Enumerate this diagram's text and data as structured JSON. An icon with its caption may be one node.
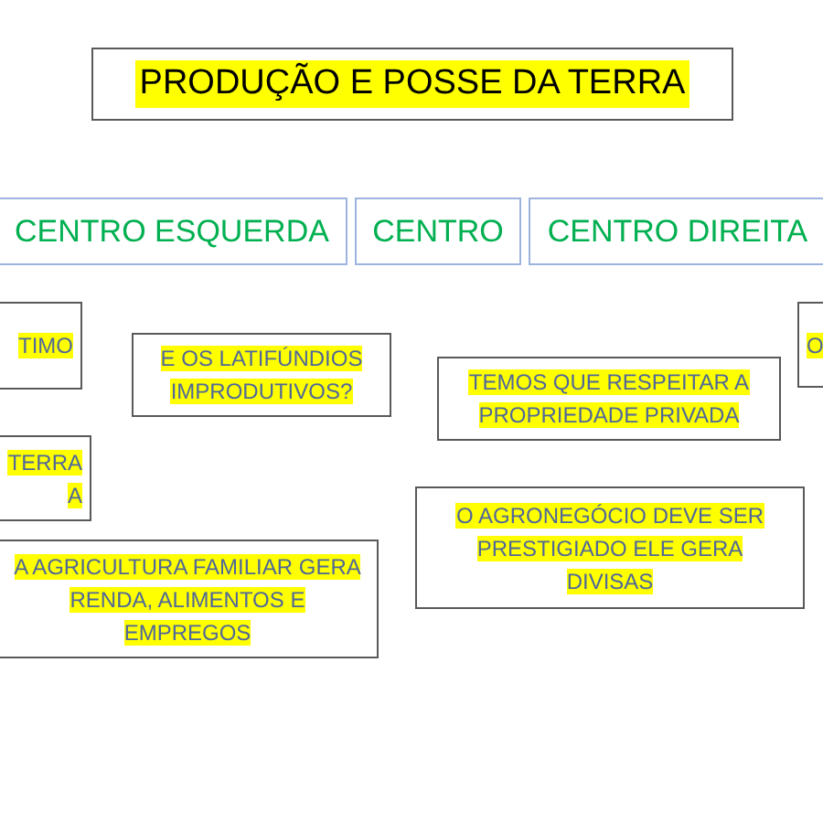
{
  "diagram": {
    "title": "PRODUÇÃO E POSSE DA TERRA",
    "nodes": [
      {
        "text": [
          "CENTRO ESQUERDA"
        ]
      },
      {
        "text": [
          "CENTRO"
        ]
      },
      {
        "text": [
          "CENTRO DIREITA"
        ]
      },
      {
        "text": [
          "TIMO"
        ]
      },
      {
        "text": [
          "E OS LATIFÚNDIOS IMPRODUTIVOS?"
        ]
      },
      {
        "text": [
          "O"
        ]
      },
      {
        "text": [
          "TEMOS QUE RESPEITAR A PROPRIEDADE PRIVADA"
        ]
      },
      {
        "text": [
          "TERRA A"
        ]
      },
      {
        "text": [
          "O AGRONEGÓCIO DEVE SER PRESTIGIADO ELE GERA DIVISAS"
        ]
      },
      {
        "text": [
          "A AGRICULTURA FAMILIAR GERA RENDA, ALIMENTOS E EMPREGOS"
        ]
      }
    ]
  }
}
